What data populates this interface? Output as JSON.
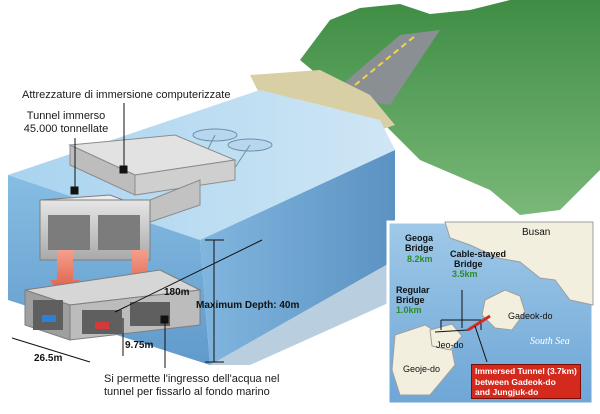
{
  "labels": {
    "equipment": "Attrezzature di immersione computerizzate",
    "tunnel_line1": "Tunnel immerso",
    "tunnel_line2": "45.000 tonnellate",
    "water_line1": "Si permette l'ingresso dell'acqua nel",
    "water_line2": "tunnel per fissarlo al fondo marino"
  },
  "dimensions": {
    "length": "180m",
    "depth": "Maximum Depth: 40m",
    "width": "26.5m",
    "height": "9.75m"
  },
  "map": {
    "city": "Busan",
    "geoga_line1": "Geoga",
    "geoga_line2": "Bridge",
    "geoga_len": "8.2km",
    "cable_line1": "Cable-stayed",
    "cable_line2": "Bridge",
    "cable_len": "3.5km",
    "regular_line1": "Regular",
    "regular_line2": "Bridge",
    "regular_len": "1.0km",
    "gadeok": "Gadeok-do",
    "jeo": "Jeo-do",
    "geoje": "Geoje-do",
    "sea": "South Sea",
    "callout_line1": "Immersed Tunnel (3.7km)",
    "callout_line2": "between Gadeok-do",
    "callout_line3": "and Jungjuk-do"
  },
  "colors": {
    "water": "#8fc3e6",
    "deep_water": "#5d9fd0",
    "land": "#4e9a52",
    "tunnel": "#c9c9c9",
    "arrow": "#e8674f",
    "callout": "#d42a1e",
    "map_green": "#2e8b2e"
  }
}
